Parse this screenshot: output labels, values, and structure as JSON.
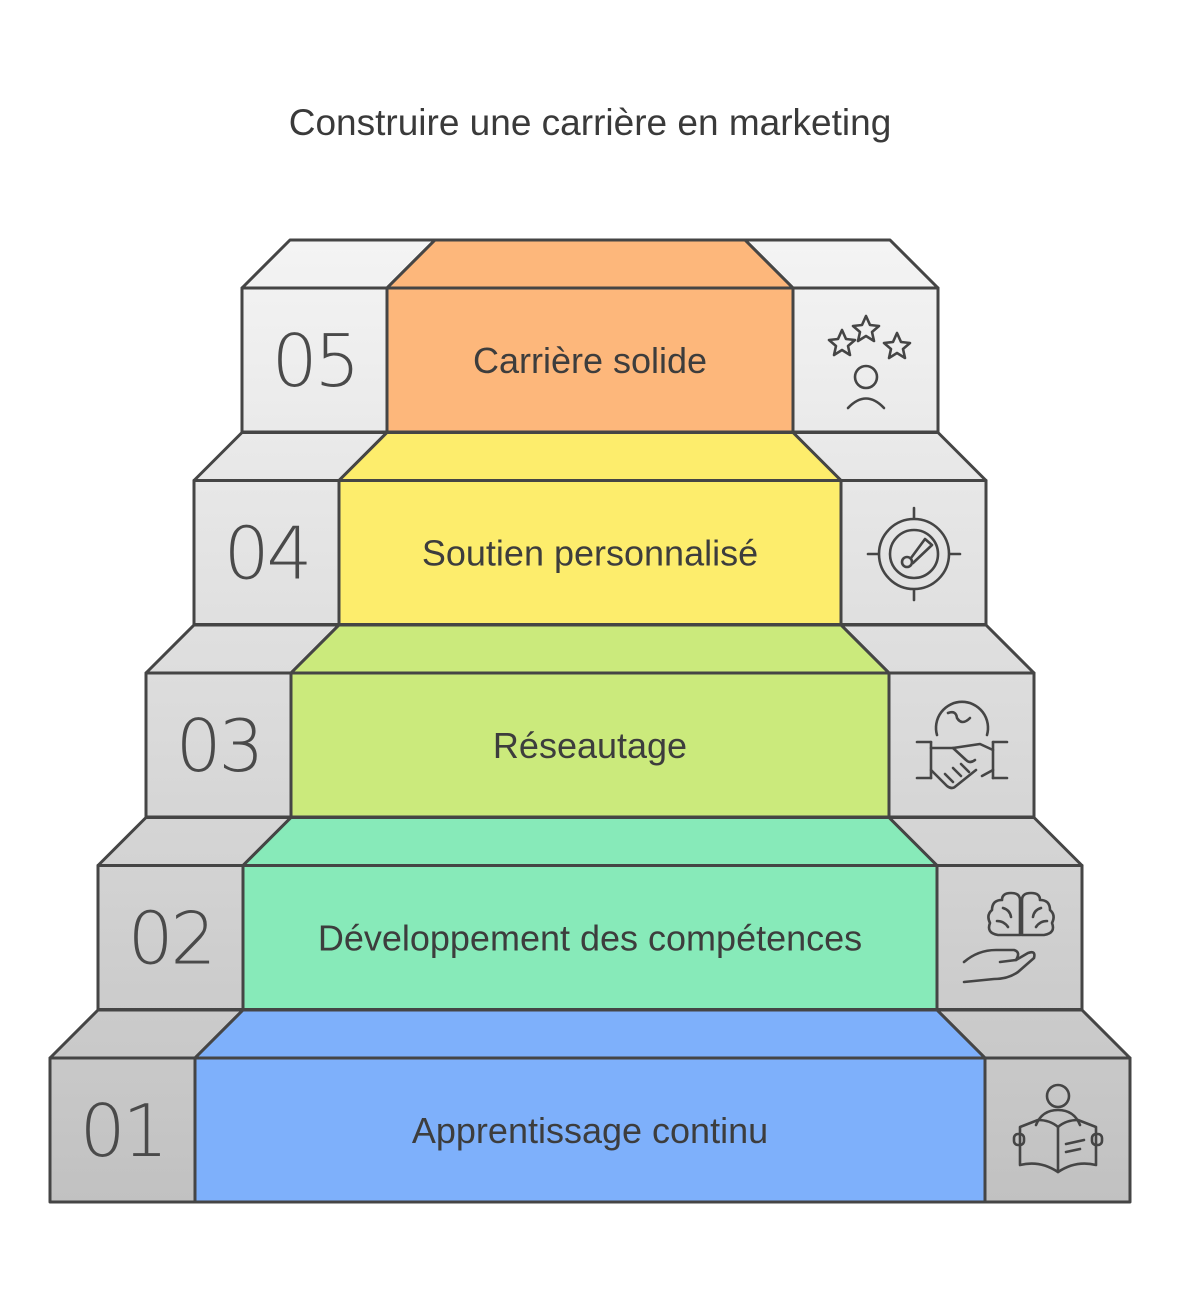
{
  "title": "Construire une carrière en marketing",
  "steps": [
    {
      "number": "01",
      "label": "Apprentissage continu",
      "color": "#7eb0fb",
      "icon": "person-reading-book-icon"
    },
    {
      "number": "02",
      "label": "Développement des compétences",
      "color": "#87eab9",
      "icon": "brain-in-hand-icon"
    },
    {
      "number": "03",
      "label": "Réseautage",
      "color": "#cbea7c",
      "icon": "global-handshake-icon"
    },
    {
      "number": "04",
      "label": "Soutien personnalisé",
      "color": "#fded6c",
      "icon": "target-gauge-icon"
    },
    {
      "number": "05",
      "label": "Carrière solide",
      "color": "#fdb77b",
      "icon": "person-with-stars-icon"
    }
  ],
  "colors": {
    "side_top": "#f4f4f4",
    "side_bottom": "#c1c1c1",
    "outline": "#454545"
  }
}
